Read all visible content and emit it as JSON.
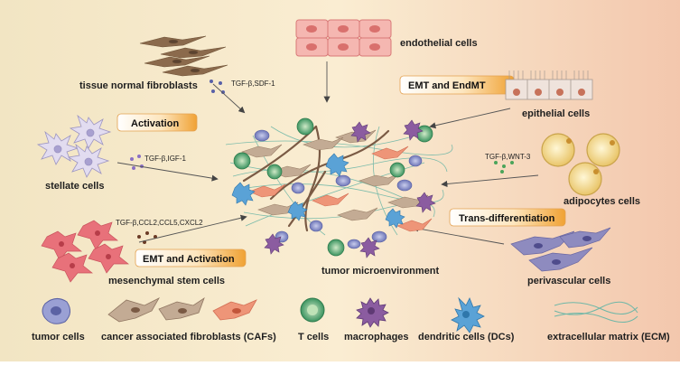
{
  "sources": {
    "tissue_fibroblasts": "tissue normal fibroblasts",
    "endothelial": "endothelial cells",
    "epithelial": "epithelial cells",
    "stellate": "stellate cells",
    "adipocytes": "adipocytes cells",
    "mesenchymal": "mesenchymal stem cells",
    "perivascular": "perivascular cells"
  },
  "factors": {
    "fibroblast_factors": "TGF-β,SDF-1",
    "stellate_factors": "TGF-β,IGF-1",
    "adipocyte_factors": "TGF-β,WNT-3",
    "msc_factors": "TGF-β,CCL2,CCL5,CXCL2"
  },
  "processes": {
    "activation": "Activation",
    "emt_endmt": "EMT and EndMT",
    "trans_diff": "Trans-differentiation",
    "emt_activation": "EMT and Activation"
  },
  "center": "tumor microenvironment",
  "legend": [
    {
      "id": "tumor",
      "label": "tumor cells",
      "icon": "tumor-cell-icon"
    },
    {
      "id": "caf",
      "label": "cancer associated fibroblasts (CAFs)",
      "icon": "caf-icon"
    },
    {
      "id": "tcell",
      "label": "T cells",
      "icon": "t-cell-icon"
    },
    {
      "id": "macro",
      "label": "macrophages",
      "icon": "macrophage-icon"
    },
    {
      "id": "dc",
      "label": "dendritic cells (DCs)",
      "icon": "dendritic-cell-icon"
    },
    {
      "id": "ecm",
      "label": "extracellular matrix (ECM)",
      "icon": "ecm-icon"
    }
  ],
  "colors": {
    "bg_left": "#f3e7c8",
    "bg_mid": "#f9ecd3",
    "bg_right": "#f3c9b0",
    "caf": "#b9a089",
    "tumor": "#8b92c9",
    "tcell": "#4fa56e",
    "macrophage": "#8b5ca0",
    "dc": "#5aa2d6",
    "ecm": "#6fb7a7",
    "msc": "#e0707a",
    "tag_orange": "#f0a234"
  }
}
